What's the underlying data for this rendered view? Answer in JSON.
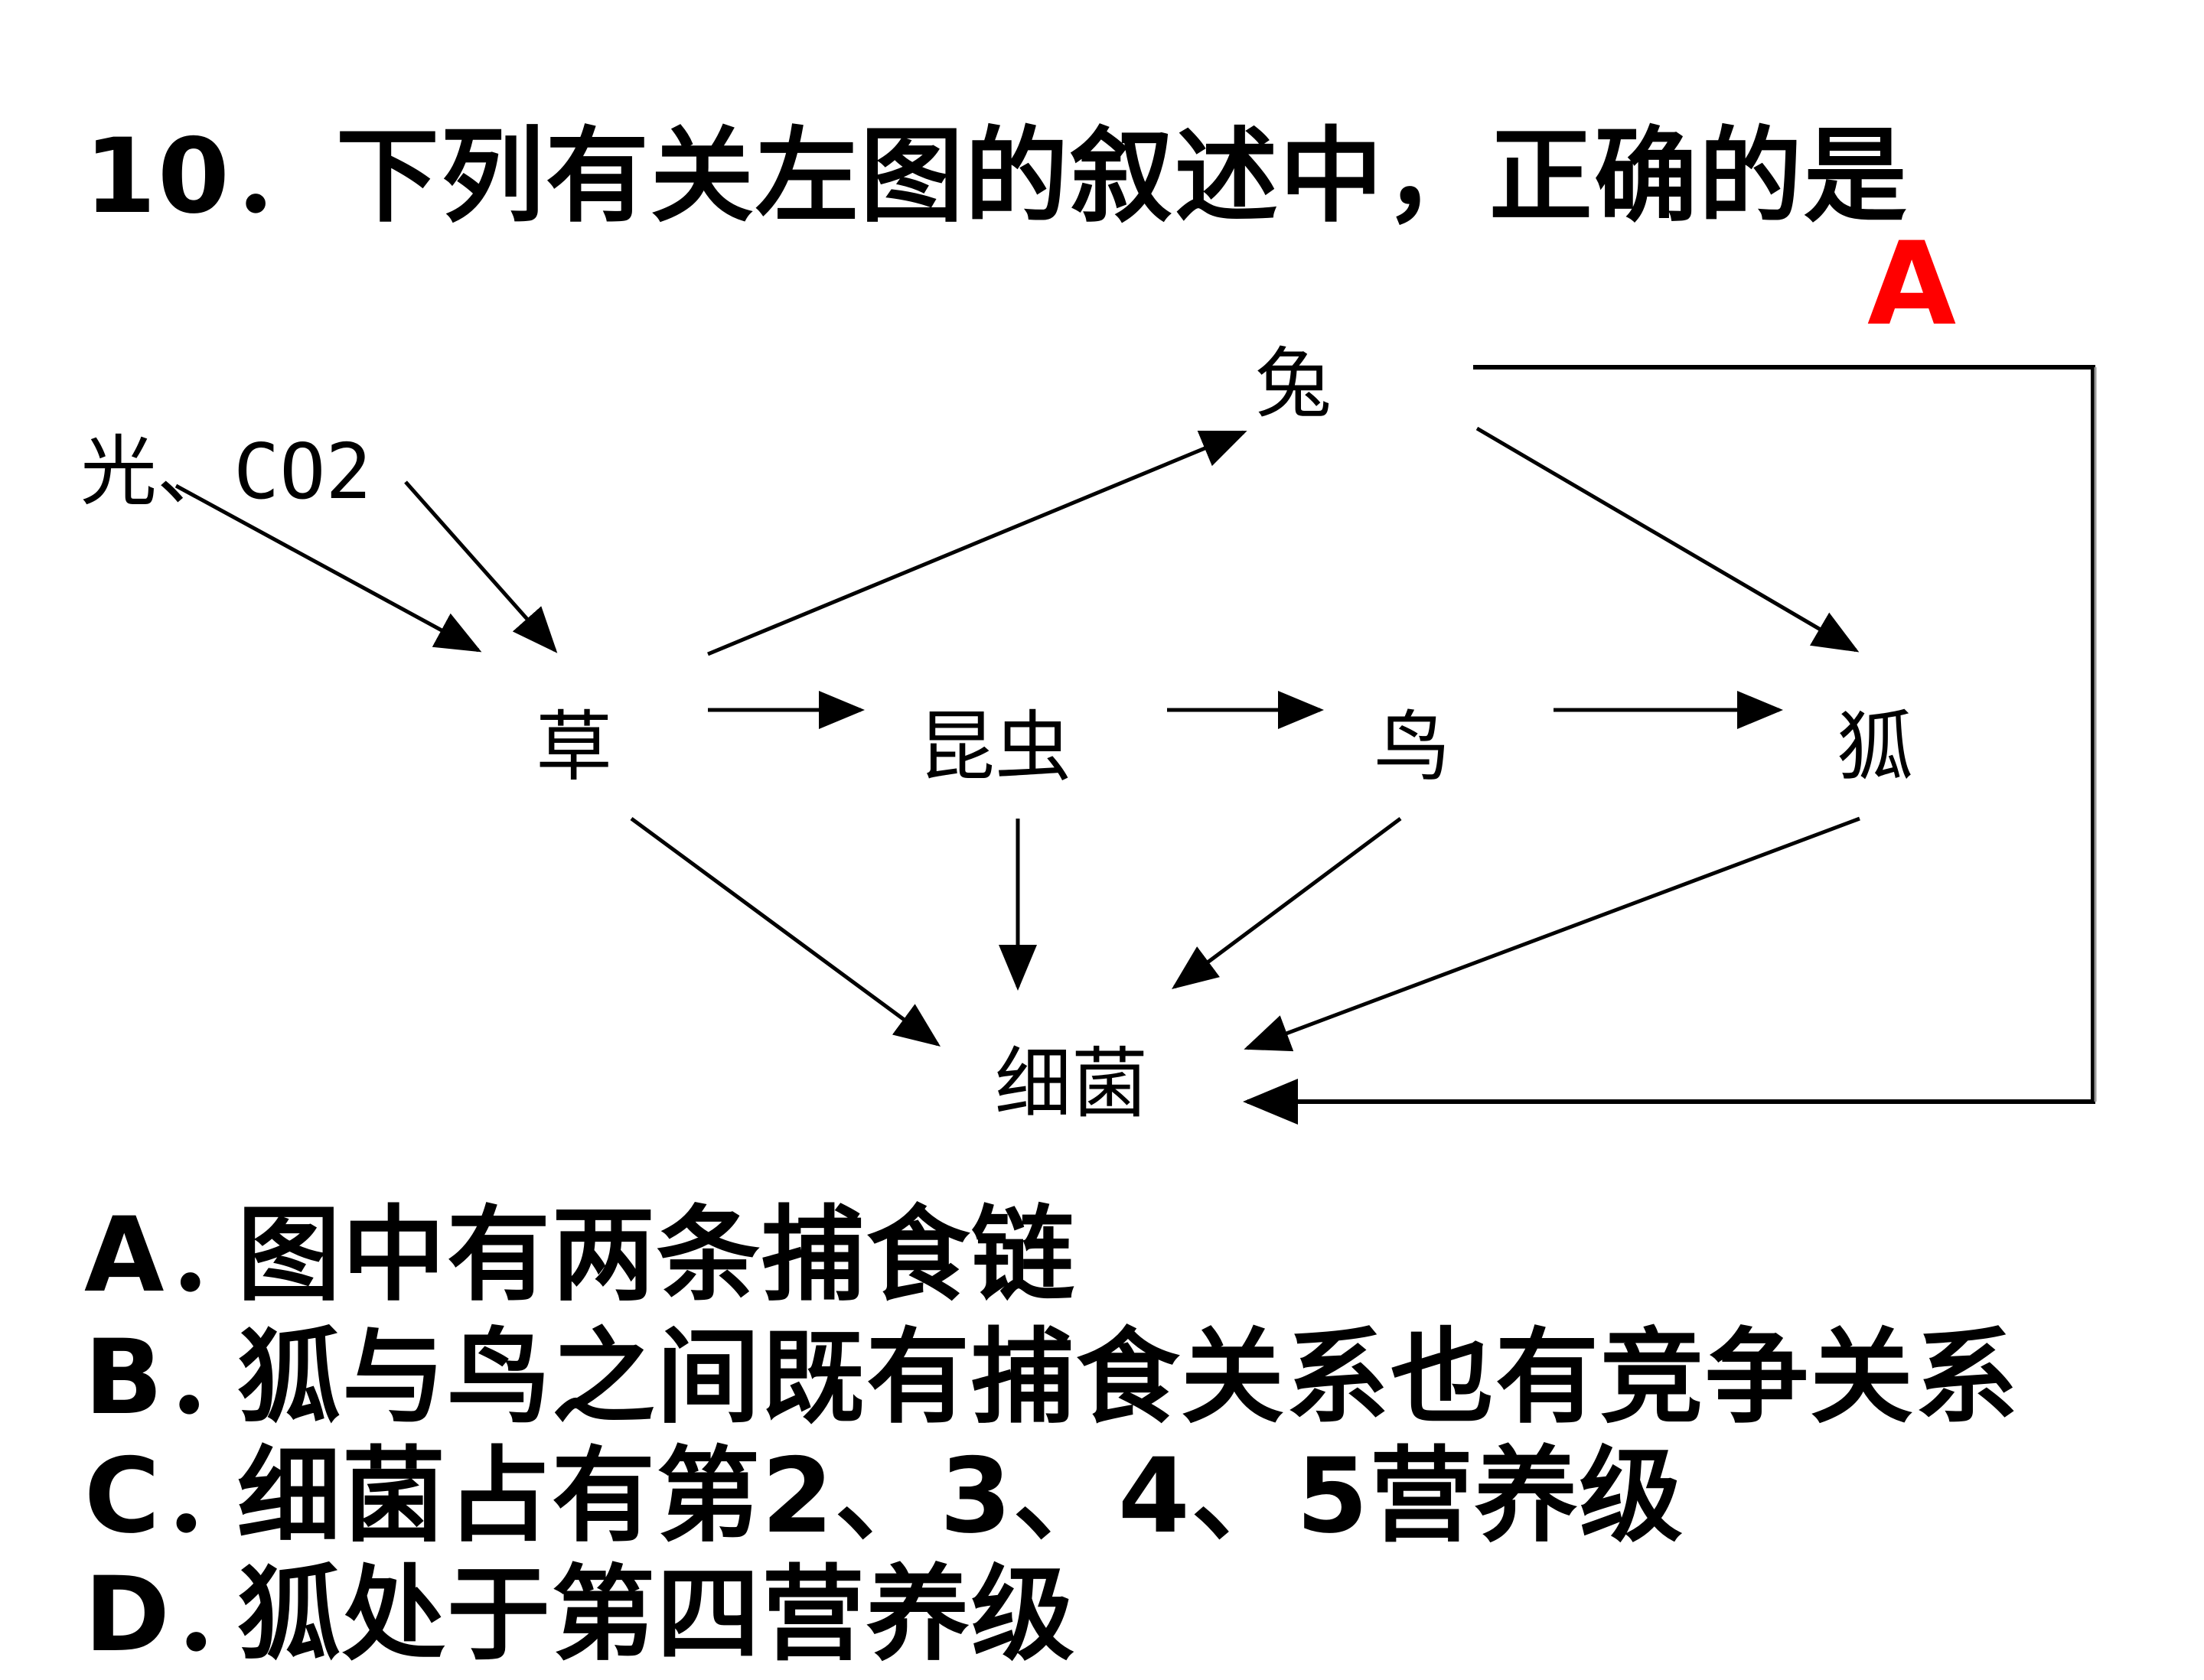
{
  "question": {
    "text": "10．下列有关左图的叙述中，正确的是"
  },
  "answer": {
    "text": "A"
  },
  "diagram": {
    "nodes": {
      "light_co2": "光、CO2",
      "rabbit": "兔",
      "grass": "草",
      "insect": "昆虫",
      "bird": "鸟",
      "fox": "狐",
      "bacteria": "细菌"
    }
  },
  "options": [
    {
      "letter": "A．",
      "text": "图中有两条捕食链"
    },
    {
      "letter": "B．",
      "text": "狐与鸟之间既有捕食关系也有竞争关系"
    },
    {
      "letter": "C．",
      "text": "细菌占有第2、3、4、5营养级"
    },
    {
      "letter": "D．",
      "text": "狐处于第四营养级"
    }
  ]
}
